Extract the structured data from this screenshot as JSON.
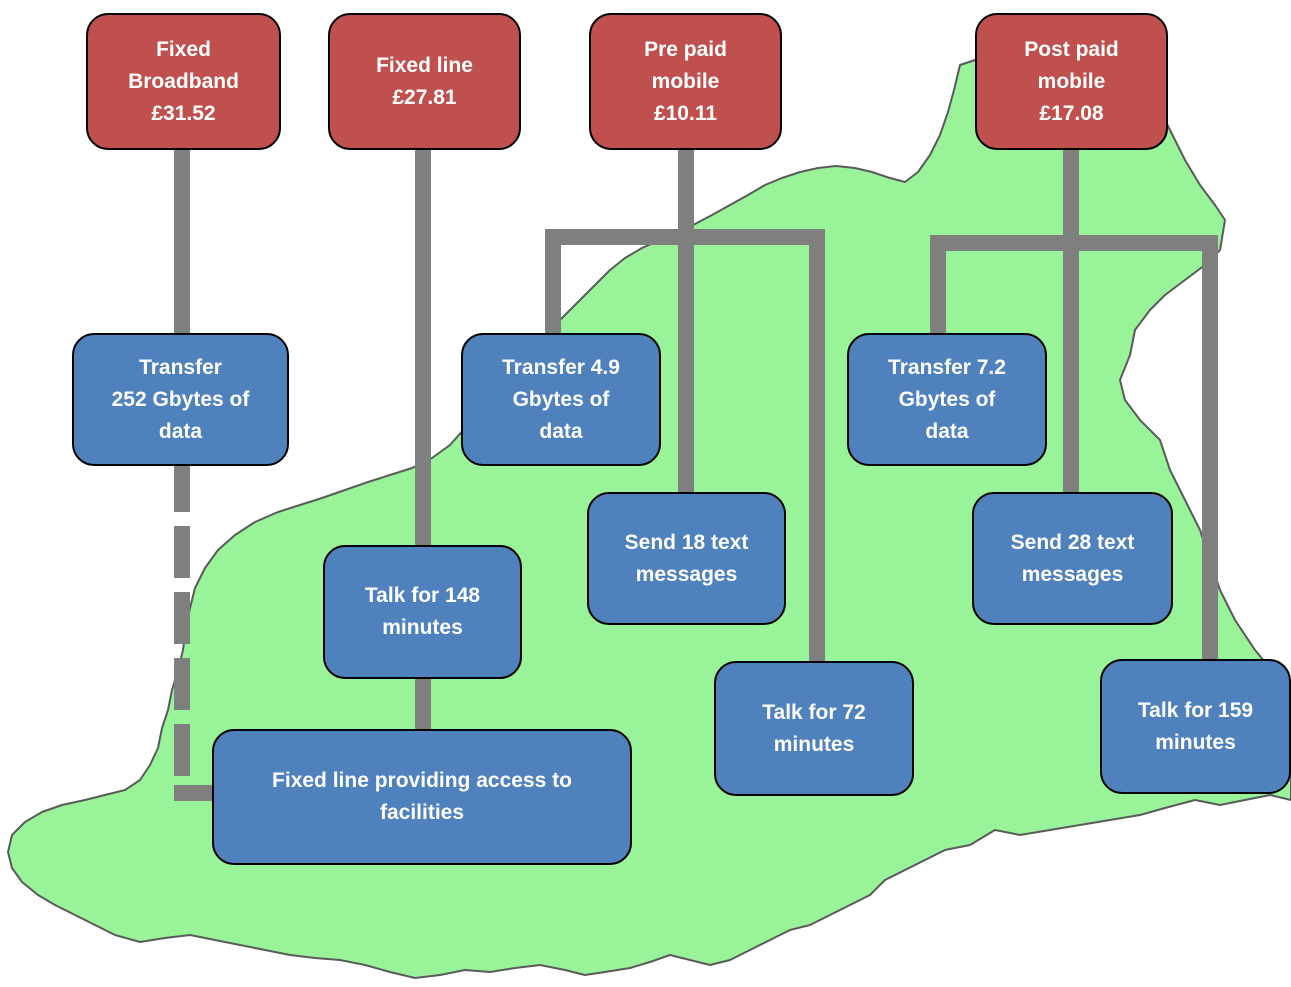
{
  "colors": {
    "region_fill": "#99f398",
    "region_outline": "#5a5a5a",
    "connector": "#7f7f7f",
    "price_box": "#c0504d",
    "feature_box": "#4f81bd",
    "box_text": "#ffffff"
  },
  "price_boxes": [
    {
      "id": "fixed-broadband",
      "lines": [
        "Fixed",
        "Broadband",
        "£31.52"
      ]
    },
    {
      "id": "fixed-line",
      "lines": [
        "Fixed line",
        "£27.81"
      ]
    },
    {
      "id": "pre-paid-mobile",
      "lines": [
        "Pre paid",
        "mobile",
        "£10.11"
      ]
    },
    {
      "id": "post-paid-mobile",
      "lines": [
        "Post paid",
        "mobile",
        "£17.08"
      ]
    }
  ],
  "feature_boxes": [
    {
      "id": "broadband-transfer",
      "lines": [
        "Transfer",
        "252 Gbytes of",
        "data"
      ]
    },
    {
      "id": "fixed-line-talk",
      "lines": [
        "Talk for 148",
        "minutes"
      ]
    },
    {
      "id": "fixed-line-access",
      "lines": [
        "Fixed line providing access to",
        "facilities"
      ]
    },
    {
      "id": "prepaid-transfer",
      "lines": [
        "Transfer 4.9",
        "Gbytes of",
        "data"
      ]
    },
    {
      "id": "prepaid-text",
      "lines": [
        "Send 18 text",
        "messages"
      ]
    },
    {
      "id": "prepaid-talk",
      "lines": [
        "Talk for 72",
        "minutes"
      ]
    },
    {
      "id": "postpaid-transfer",
      "lines": [
        "Transfer 7.2",
        "Gbytes of",
        "data"
      ]
    },
    {
      "id": "postpaid-text",
      "lines": [
        "Send 28 text",
        "messages"
      ]
    },
    {
      "id": "postpaid-talk",
      "lines": [
        "Talk for 159",
        "minutes"
      ]
    }
  ]
}
